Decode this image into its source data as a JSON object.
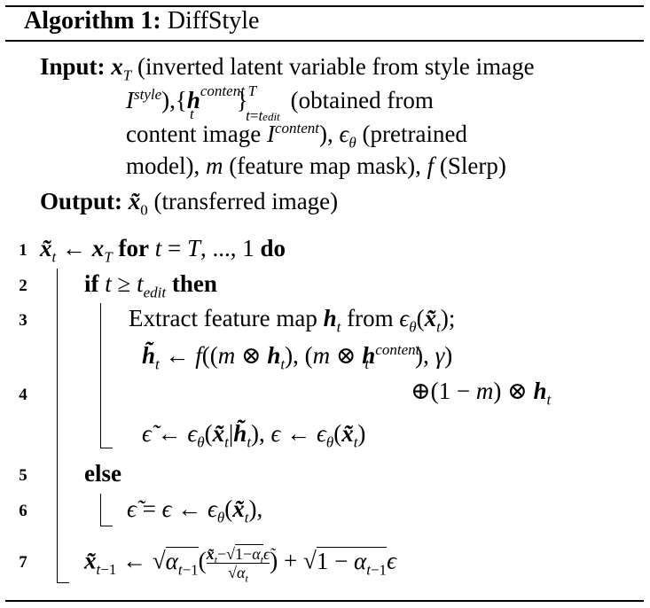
{
  "algorithm": {
    "label": "Algorithm 1:",
    "name": "DiffStyle"
  },
  "input": {
    "keyword": "Input:",
    "line1": "𝒙_T (inverted latent variable from style image",
    "line2": "I^style),{𝒉_t^content}_{t=t_edit}^T (obtained from",
    "line3": "content image I^content), ϵ_θ (pretrained",
    "line4": "model), m (feature map mask), f (Slerp)"
  },
  "output": {
    "keyword": "Output:",
    "text": "x̃_0 (transferred image)"
  },
  "steps": [
    {
      "num": "1",
      "text": "x̃_t ← 𝒙_T for t = T, ..., 1 do"
    },
    {
      "num": "2",
      "text": "if t ≥ t_edit then"
    },
    {
      "num": "3",
      "text": "Extract feature map 𝒉_t from ϵ_θ(x̃_t);"
    },
    {
      "num": "4",
      "text": "h̃_t ← f((m ⊗ 𝒉_t), (m ⊗ 𝒉_t^content), γ) ⊕(1 − m) ⊗ 𝒉_t ; ϵ̃ ← ϵ_θ(x̃_t|h̃_t), ϵ ← ϵ_θ(x̃_t)"
    },
    {
      "num": "5",
      "text": "else"
    },
    {
      "num": "6",
      "text": "ϵ̃ = ϵ ← ϵ_θ(x̃_t),"
    },
    {
      "num": "7",
      "text": "x̃_{t−1} ← √α_{t−1}((x̃_t − √(1−α_t) ϵ̃)/√α_t) + √(1 − α_{t−1}) ϵ"
    }
  ]
}
